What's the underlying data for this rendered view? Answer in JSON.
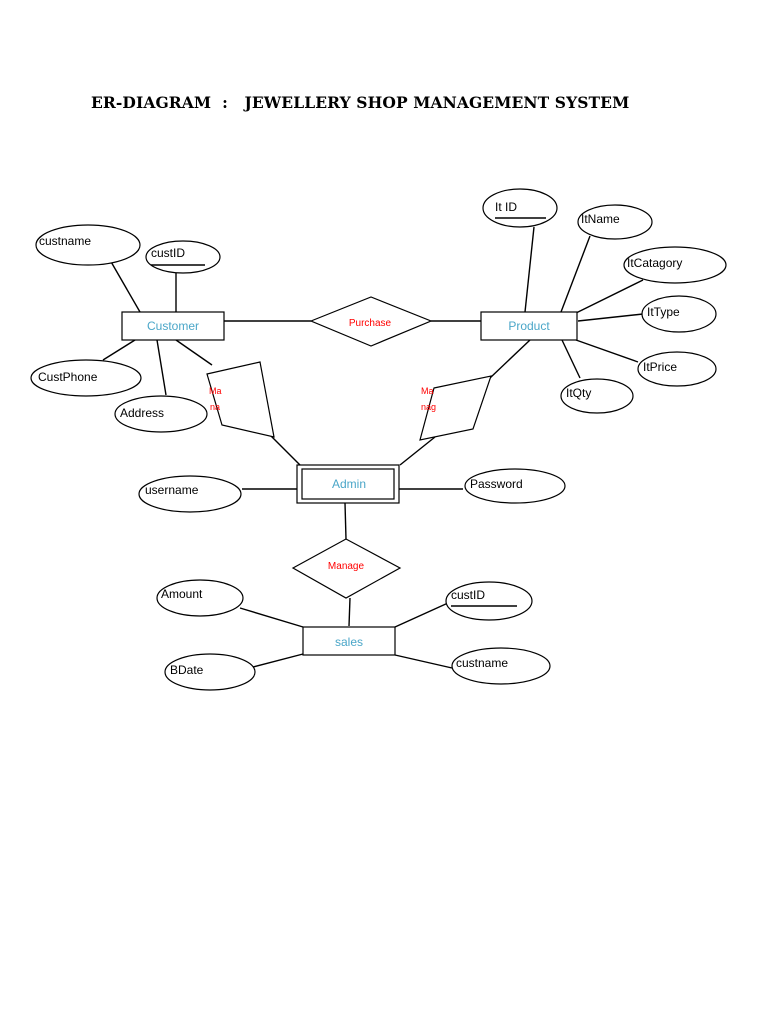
{
  "title": "ER-DIAGRAM  :   JEWELLERY SHOP MANAGEMENT SYSTEM",
  "entities": {
    "customer": "Customer",
    "product": "Product",
    "admin": "Admin",
    "sales": "sales"
  },
  "relationships": {
    "purchase": "Purchase",
    "manage_customer_1": "Ma",
    "manage_customer_2": "na",
    "manage_product_1": "Ma",
    "manage_product_2": "nag",
    "manage_sales": "Manage"
  },
  "attributes": {
    "customer": {
      "custname": "custname",
      "custid": "custID",
      "custphone": "CustPhone",
      "address": "Address"
    },
    "product": {
      "itid": "It ID",
      "itname": "ItName",
      "itcatagory": "ItCatagory",
      "ittype": "ItType",
      "itprice": "ItPrice",
      "itqty": "ItQty"
    },
    "admin": {
      "username": "username",
      "password": "Password"
    },
    "sales": {
      "amount": "Amount",
      "bdate": "BDate",
      "custid": "custID",
      "custname": "custname"
    }
  },
  "colors": {
    "entity_text": "#4aa6c8",
    "relationship_text": "#ff0000",
    "line": "#000000"
  }
}
